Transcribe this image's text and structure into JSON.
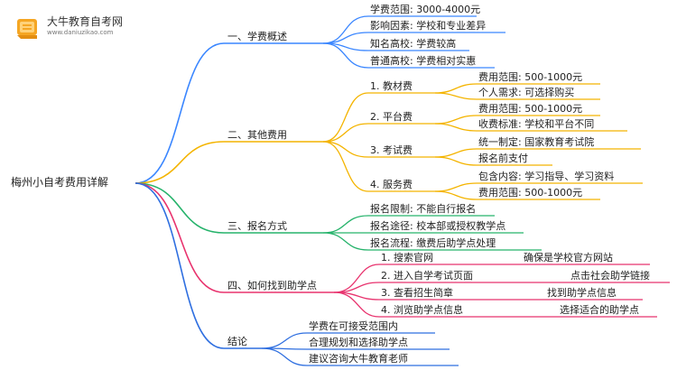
{
  "watermark": {
    "name": "大牛教育自考网",
    "url": "www.daniuzikao.com",
    "colors": {
      "logo_orange": "#F5A623",
      "logo_light": "#FFD27A"
    }
  },
  "root": "梅州小自考费用详解",
  "branch_colors": {
    "b1": "#3a86ff",
    "b2": "#f4b400",
    "b3": "#26b36b",
    "b4": "#e8336e",
    "b5": "#2f6fe0"
  },
  "branches": [
    {
      "label": "一、学费概述",
      "items": [
        "学费范围: 3000-4000元",
        "影响因素: 学校和专业差异",
        "知名高校: 学费较高",
        "普通高校: 学费相对实惠"
      ]
    },
    {
      "label": "二、其他费用",
      "subs": [
        {
          "label": "1. 教材费",
          "items": [
            "费用范围: 500-1000元",
            "个人需求: 可选择购买"
          ]
        },
        {
          "label": "2. 平台费",
          "items": [
            "费用范围: 500-1000元",
            "收费标准: 学校和平台不同"
          ]
        },
        {
          "label": "3. 考试费",
          "items": [
            "统一制定: 国家教育考试院",
            "报名前支付"
          ]
        },
        {
          "label": "4. 服务费",
          "items": [
            "包含内容: 学习指导、学习资料",
            "费用范围: 500-1000元"
          ]
        }
      ]
    },
    {
      "label": "三、报名方式",
      "items": [
        "报名限制: 不能自行报名",
        "报名途径: 校本部或授权教学点",
        "报名流程: 缴费后助学点处理"
      ]
    },
    {
      "label": "四、如何找到助学点",
      "subs": [
        {
          "label": "1. 搜索官网",
          "items": [
            "确保是学校官方网站"
          ]
        },
        {
          "label": "2. 进入自学考试页面",
          "items": [
            "点击社会助学链接"
          ]
        },
        {
          "label": "3. 查看招生简章",
          "items": [
            "找到助学点信息"
          ]
        },
        {
          "label": "4. 浏览助学点信息",
          "items": [
            "选择适合的助学点"
          ]
        }
      ]
    },
    {
      "label": "结论",
      "items": [
        "学费在可接受范围内",
        "合理规划和选择助学点",
        "建议咨询大牛教育老师"
      ]
    }
  ]
}
